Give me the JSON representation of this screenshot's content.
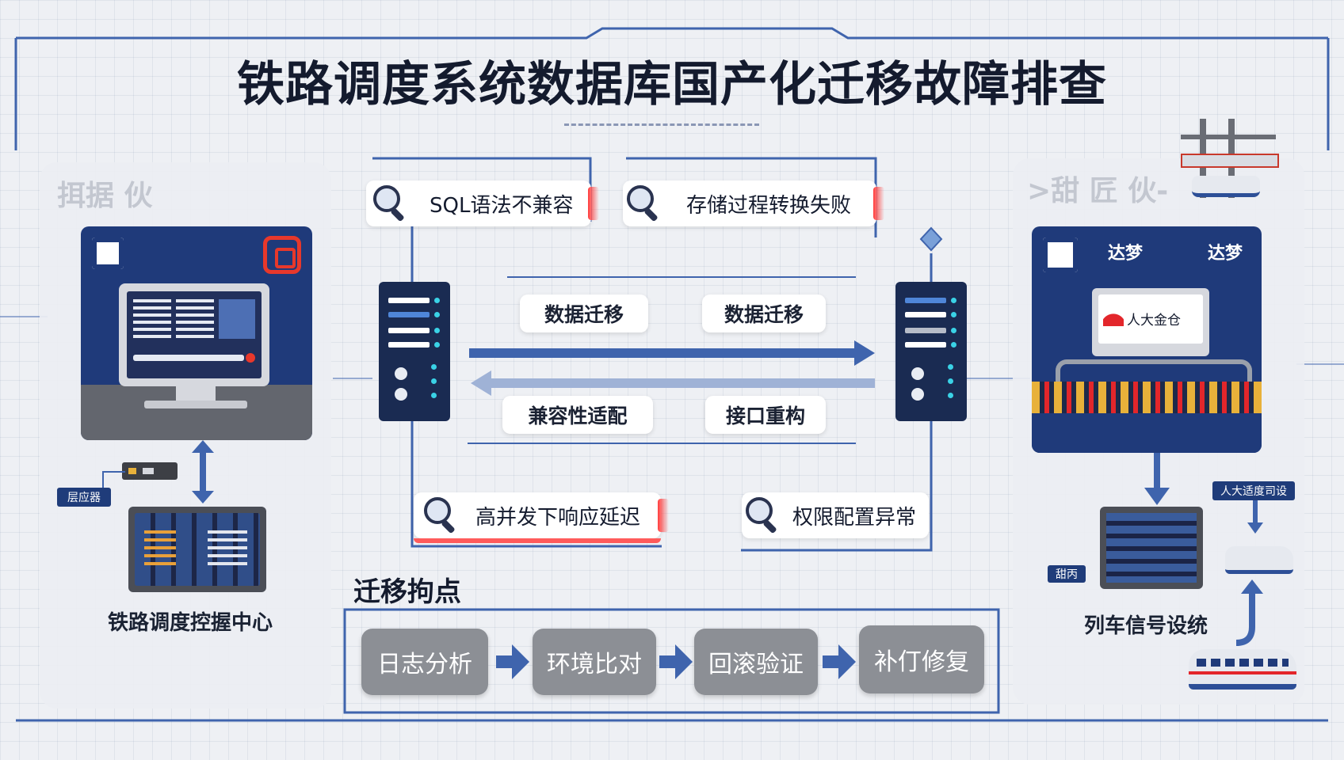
{
  "title": "铁路调度系统数据库国产化迁移故障排查",
  "left_panel": {
    "header": "挕据 伙",
    "device_label": "层应器",
    "caption": "铁路调度控握中心"
  },
  "right_panel": {
    "header": ">甜 匠 伙-",
    "brand_1": "达梦",
    "brand_2": "达梦",
    "screen_brand": "人大金仓",
    "label_a": "人大适度司设",
    "label_b": "甜丙",
    "caption": "列车信号设统"
  },
  "issues": {
    "sql": "SQL语法不兼容",
    "stored_proc": "存储过程转换失败",
    "latency": "高并发下响应延迟",
    "permission": "权限配置异常"
  },
  "flow": {
    "tag_tl": "数据迁移",
    "tag_tr": "数据迁移",
    "tag_bl": "兼容性适配",
    "tag_br": "接口重构"
  },
  "migration": {
    "heading": "迁移拘点",
    "steps": [
      "日志分析",
      "环境比对",
      "回滚验证",
      "补仃修复"
    ]
  },
  "colors": {
    "navy": "#1f3a7a",
    "arrow": "#3f64ad",
    "alert": "#ff3b3b",
    "step_gray": "#8c8f95"
  }
}
